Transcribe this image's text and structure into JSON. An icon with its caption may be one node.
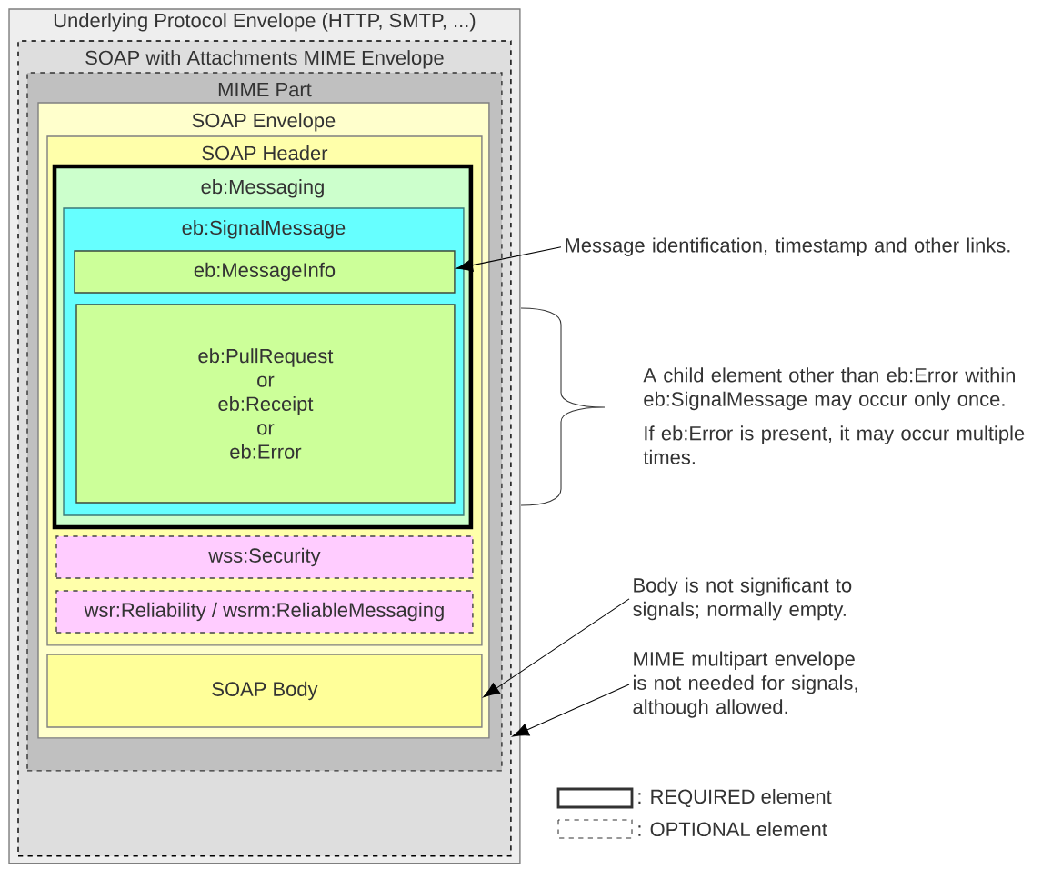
{
  "diagram": {
    "nodes": [
      {
        "text": [
          "Underlying Protocol Envelope (HTTP, SMTP, ...)"
        ]
      },
      {
        "text": [
          "SOAP with Attachments MIME Envelope"
        ],
        "in": 0
      },
      {
        "text": [
          "MIME Part"
        ],
        "in": 1
      },
      {
        "text": [
          "SOAP Envelope"
        ],
        "in": 2
      },
      {
        "text": [
          "SOAP Header"
        ],
        "in": 3
      },
      {
        "text": [
          "eb:Messaging"
        ],
        "in": 4
      },
      {
        "text": [
          "eb:SignalMessage"
        ],
        "in": 5
      },
      {
        "text": [
          "eb:MessageInfo"
        ],
        "in": 6
      },
      {
        "text": [
          "eb:PullRequest",
          "or",
          "eb:Receipt",
          "or",
          "eb:Error"
        ],
        "in": 6
      },
      {
        "text": [
          "wss:Security"
        ],
        "in": 4
      },
      {
        "text": [
          "wsr:Reliability / wsrm:ReliableMessaging"
        ],
        "in": 4
      },
      {
        "text": [
          "SOAP Body"
        ],
        "in": 3
      },
      {
        "text": [
          "Message identification, timestamp and other links."
        ]
      },
      {
        "text": [
          "Body is not significant to signals; normally empty."
        ]
      },
      {
        "text": [
          "MIME multipart envelope is not needed for signals, although allowed."
        ]
      }
    ],
    "edges": [
      {
        "from": 12,
        "to": 7,
        "arrow": "to"
      },
      {
        "from": 13,
        "to": 11,
        "arrow": "to"
      },
      {
        "from": 14,
        "to": 1,
        "arrow": "to"
      }
    ],
    "labels": [
      "A child element other than eb:Error within eb:SignalMessage may occur only once.",
      "If eb:Error is present, it may occur multiple times."
    ],
    "legend": [
      {
        "text": ": REQUIRED element"
      },
      {
        "text": ": OPTIONAL element"
      }
    ]
  }
}
